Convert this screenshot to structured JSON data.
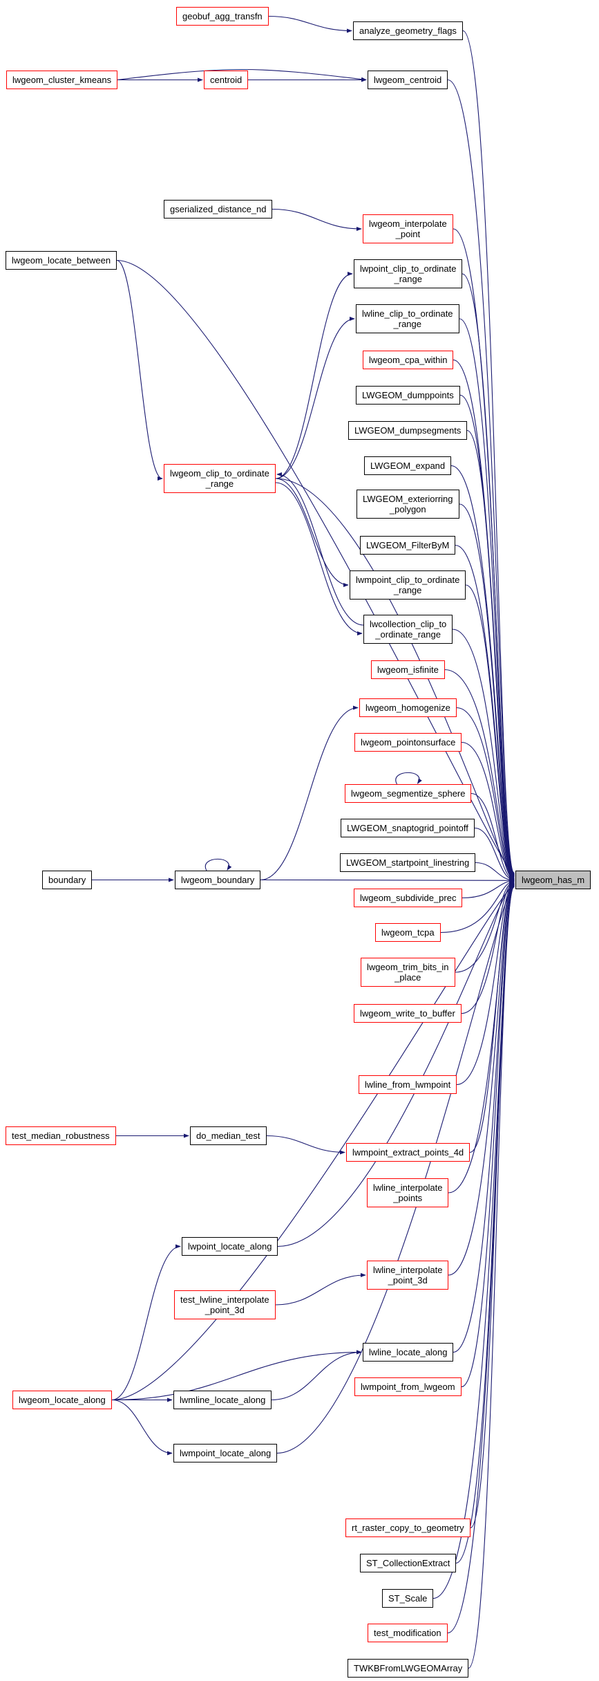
{
  "graph": {
    "target": "lwgeom_has_m",
    "edge_color": "#191970",
    "node_border_black": "#000000",
    "node_border_red": "#ff0000",
    "target_fill": "#bfbfbf",
    "nodes": [
      {
        "id": "geobuf_agg_transfn",
        "label": "geobuf_agg_transfn",
        "style": "red"
      },
      {
        "id": "analyze_geometry_flags",
        "label": "analyze_geometry_flags",
        "style": "black"
      },
      {
        "id": "lwgeom_cluster_kmeans",
        "label": "lwgeom_cluster_kmeans",
        "style": "red"
      },
      {
        "id": "centroid",
        "label": "centroid",
        "style": "red"
      },
      {
        "id": "lwgeom_centroid",
        "label": "lwgeom_centroid",
        "style": "black"
      },
      {
        "id": "gserialized_distance_nd",
        "label": "gserialized_distance_nd",
        "style": "black"
      },
      {
        "id": "lwgeom_interpolate_point",
        "label": "lwgeom_interpolate\n_point",
        "style": "red"
      },
      {
        "id": "lwgeom_locate_between",
        "label": "lwgeom_locate_between",
        "style": "black"
      },
      {
        "id": "lwpoint_clip_to_ordinate_range",
        "label": "lwpoint_clip_to_ordinate\n_range",
        "style": "black"
      },
      {
        "id": "lwline_clip_to_ordinate_range",
        "label": "lwline_clip_to_ordinate\n_range",
        "style": "black"
      },
      {
        "id": "lwgeom_cpa_within",
        "label": "lwgeom_cpa_within",
        "style": "red"
      },
      {
        "id": "LWGEOM_dumppoints",
        "label": "LWGEOM_dumppoints",
        "style": "black"
      },
      {
        "id": "LWGEOM_dumpsegments",
        "label": "LWGEOM_dumpsegments",
        "style": "black"
      },
      {
        "id": "LWGEOM_expand",
        "label": "LWGEOM_expand",
        "style": "black"
      },
      {
        "id": "LWGEOM_exteriorring_polygon",
        "label": "LWGEOM_exteriorring\n_polygon",
        "style": "black"
      },
      {
        "id": "LWGEOM_FilterByM",
        "label": "LWGEOM_FilterByM",
        "style": "black"
      },
      {
        "id": "lwgeom_clip_to_ordinate_range",
        "label": "lwgeom_clip_to_ordinate\n_range",
        "style": "red"
      },
      {
        "id": "lwmpoint_clip_to_ordinate_range",
        "label": "lwmpoint_clip_to_ordinate\n_range",
        "style": "black"
      },
      {
        "id": "lwcollection_clip_to_ordinate_range",
        "label": "lwcollection_clip_to\n_ordinate_range",
        "style": "black"
      },
      {
        "id": "lwgeom_isfinite",
        "label": "lwgeom_isfinite",
        "style": "red"
      },
      {
        "id": "lwgeom_homogenize",
        "label": "lwgeom_homogenize",
        "style": "red"
      },
      {
        "id": "lwgeom_pointonsurface",
        "label": "lwgeom_pointonsurface",
        "style": "red"
      },
      {
        "id": "lwgeom_segmentize_sphere",
        "label": "lwgeom_segmentize_sphere",
        "style": "red"
      },
      {
        "id": "LWGEOM_snaptogrid_pointoff",
        "label": "LWGEOM_snaptogrid_pointoff",
        "style": "black"
      },
      {
        "id": "LWGEOM_startpoint_linestring",
        "label": "LWGEOM_startpoint_linestring",
        "style": "black"
      },
      {
        "id": "boundary",
        "label": "boundary",
        "style": "black"
      },
      {
        "id": "lwgeom_boundary",
        "label": "lwgeom_boundary",
        "style": "black"
      },
      {
        "id": "lwgeom_has_m",
        "label": "lwgeom_has_m",
        "style": "target"
      },
      {
        "id": "lwgeom_subdivide_prec",
        "label": "lwgeom_subdivide_prec",
        "style": "red"
      },
      {
        "id": "lwgeom_tcpa",
        "label": "lwgeom_tcpa",
        "style": "red"
      },
      {
        "id": "lwgeom_trim_bits_in_place",
        "label": "lwgeom_trim_bits_in\n_place",
        "style": "red"
      },
      {
        "id": "lwgeom_write_to_buffer",
        "label": "lwgeom_write_to_buffer",
        "style": "red"
      },
      {
        "id": "lwline_from_lwmpoint",
        "label": "lwline_from_lwmpoint",
        "style": "red"
      },
      {
        "id": "test_median_robustness",
        "label": "test_median_robustness",
        "style": "red"
      },
      {
        "id": "do_median_test",
        "label": "do_median_test",
        "style": "black"
      },
      {
        "id": "lwmpoint_extract_points_4d",
        "label": "lwmpoint_extract_points_4d",
        "style": "red"
      },
      {
        "id": "lwline_interpolate_points",
        "label": "lwline_interpolate\n_points",
        "style": "red"
      },
      {
        "id": "lwpoint_locate_along",
        "label": "lwpoint_locate_along",
        "style": "black"
      },
      {
        "id": "lwline_interpolate_point_3d",
        "label": "lwline_interpolate\n_point_3d",
        "style": "red"
      },
      {
        "id": "test_lwline_interpolate_point_3d",
        "label": "test_lwline_interpolate\n_point_3d",
        "style": "red"
      },
      {
        "id": "lwline_locate_along",
        "label": "lwline_locate_along",
        "style": "black"
      },
      {
        "id": "lwmpoint_from_lwgeom",
        "label": "lwmpoint_from_lwgeom",
        "style": "red"
      },
      {
        "id": "lwgeom_locate_along",
        "label": "lwgeom_locate_along",
        "style": "red"
      },
      {
        "id": "lwmline_locate_along",
        "label": "lwmline_locate_along",
        "style": "black"
      },
      {
        "id": "lwmpoint_locate_along",
        "label": "lwmpoint_locate_along",
        "style": "black"
      },
      {
        "id": "rt_raster_copy_to_geometry",
        "label": "rt_raster_copy_to_geometry",
        "style": "red"
      },
      {
        "id": "ST_CollectionExtract",
        "label": "ST_CollectionExtract",
        "style": "black"
      },
      {
        "id": "ST_Scale",
        "label": "ST_Scale",
        "style": "black"
      },
      {
        "id": "test_modification",
        "label": "test_modification",
        "style": "red"
      },
      {
        "id": "TWKBFromLWGEOMArray",
        "label": "TWKBFromLWGEOMArray",
        "style": "black"
      }
    ],
    "edges": [
      {
        "from": "geobuf_agg_transfn",
        "to": "analyze_geometry_flags"
      },
      {
        "from": "analyze_geometry_flags",
        "to": "lwgeom_has_m"
      },
      {
        "from": "lwgeom_cluster_kmeans",
        "to": "centroid"
      },
      {
        "from": "lwgeom_cluster_kmeans",
        "to": "lwgeom_centroid"
      },
      {
        "from": "centroid",
        "to": "lwgeom_centroid"
      },
      {
        "from": "lwgeom_centroid",
        "to": "lwgeom_has_m"
      },
      {
        "from": "gserialized_distance_nd",
        "to": "lwgeom_interpolate_point"
      },
      {
        "from": "lwgeom_interpolate_point",
        "to": "lwgeom_has_m"
      },
      {
        "from": "lwgeom_locate_between",
        "to": "lwgeom_clip_to_ordinate_range"
      },
      {
        "from": "lwgeom_locate_between",
        "to": "lwgeom_has_m"
      },
      {
        "from": "lwgeom_clip_to_ordinate_range",
        "to": "lwpoint_clip_to_ordinate_range"
      },
      {
        "from": "lwgeom_clip_to_ordinate_range",
        "to": "lwline_clip_to_ordinate_range"
      },
      {
        "from": "lwgeom_clip_to_ordinate_range",
        "to": "lwmpoint_clip_to_ordinate_range"
      },
      {
        "from": "lwgeom_clip_to_ordinate_range",
        "to": "lwcollection_clip_to_ordinate_range"
      },
      {
        "from": "lwcollection_clip_to_ordinate_range",
        "to": "lwgeom_clip_to_ordinate_range"
      },
      {
        "from": "lwgeom_clip_to_ordinate_range",
        "to": "lwgeom_has_m"
      },
      {
        "from": "lwpoint_clip_to_ordinate_range",
        "to": "lwgeom_has_m"
      },
      {
        "from": "lwline_clip_to_ordinate_range",
        "to": "lwgeom_has_m"
      },
      {
        "from": "lwgeom_cpa_within",
        "to": "lwgeom_has_m"
      },
      {
        "from": "LWGEOM_dumppoints",
        "to": "lwgeom_has_m"
      },
      {
        "from": "LWGEOM_dumpsegments",
        "to": "lwgeom_has_m"
      },
      {
        "from": "LWGEOM_expand",
        "to": "lwgeom_has_m"
      },
      {
        "from": "LWGEOM_exteriorring_polygon",
        "to": "lwgeom_has_m"
      },
      {
        "from": "LWGEOM_FilterByM",
        "to": "lwgeom_has_m"
      },
      {
        "from": "lwmpoint_clip_to_ordinate_range",
        "to": "lwgeom_has_m"
      },
      {
        "from": "lwcollection_clip_to_ordinate_range",
        "to": "lwgeom_has_m"
      },
      {
        "from": "lwgeom_isfinite",
        "to": "lwgeom_has_m"
      },
      {
        "from": "lwgeom_homogenize",
        "to": "lwgeom_has_m"
      },
      {
        "from": "lwgeom_pointonsurface",
        "to": "lwgeom_has_m"
      },
      {
        "from": "lwgeom_segmentize_sphere",
        "to": "lwgeom_segmentize_sphere"
      },
      {
        "from": "lwgeom_segmentize_sphere",
        "to": "lwgeom_has_m"
      },
      {
        "from": "LWGEOM_snaptogrid_pointoff",
        "to": "lwgeom_has_m"
      },
      {
        "from": "LWGEOM_startpoint_linestring",
        "to": "lwgeom_has_m"
      },
      {
        "from": "boundary",
        "to": "lwgeom_boundary"
      },
      {
        "from": "lwgeom_boundary",
        "to": "lwgeom_boundary"
      },
      {
        "from": "lwgeom_boundary",
        "to": "lwgeom_homogenize"
      },
      {
        "from": "lwgeom_boundary",
        "to": "lwgeom_has_m"
      },
      {
        "from": "lwgeom_subdivide_prec",
        "to": "lwgeom_has_m"
      },
      {
        "from": "lwgeom_tcpa",
        "to": "lwgeom_has_m"
      },
      {
        "from": "lwgeom_trim_bits_in_place",
        "to": "lwgeom_has_m"
      },
      {
        "from": "lwgeom_write_to_buffer",
        "to": "lwgeom_has_m"
      },
      {
        "from": "lwline_from_lwmpoint",
        "to": "lwgeom_has_m"
      },
      {
        "from": "test_median_robustness",
        "to": "do_median_test"
      },
      {
        "from": "do_median_test",
        "to": "lwmpoint_extract_points_4d"
      },
      {
        "from": "lwmpoint_extract_points_4d",
        "to": "lwgeom_has_m"
      },
      {
        "from": "lwline_interpolate_points",
        "to": "lwgeom_has_m"
      },
      {
        "from": "lwpoint_locate_along",
        "to": "lwgeom_has_m"
      },
      {
        "from": "test_lwline_interpolate_point_3d",
        "to": "lwline_interpolate_point_3d"
      },
      {
        "from": "lwline_interpolate_point_3d",
        "to": "lwgeom_has_m"
      },
      {
        "from": "lwline_locate_along",
        "to": "lwgeom_has_m"
      },
      {
        "from": "lwmpoint_from_lwgeom",
        "to": "lwgeom_has_m"
      },
      {
        "from": "lwgeom_locate_along",
        "to": "lwpoint_locate_along"
      },
      {
        "from": "lwgeom_locate_along",
        "to": "lwline_locate_along"
      },
      {
        "from": "lwgeom_locate_along",
        "to": "lwmline_locate_along"
      },
      {
        "from": "lwgeom_locate_along",
        "to": "lwmpoint_locate_along"
      },
      {
        "from": "lwgeom_locate_along",
        "to": "lwgeom_has_m"
      },
      {
        "from": "lwmline_locate_along",
        "to": "lwline_locate_along"
      },
      {
        "from": "lwmpoint_locate_along",
        "to": "lwgeom_has_m"
      },
      {
        "from": "rt_raster_copy_to_geometry",
        "to": "lwgeom_has_m"
      },
      {
        "from": "ST_CollectionExtract",
        "to": "lwgeom_has_m"
      },
      {
        "from": "ST_Scale",
        "to": "lwgeom_has_m"
      },
      {
        "from": "test_modification",
        "to": "lwgeom_has_m"
      },
      {
        "from": "TWKBFromLWGEOMArray",
        "to": "lwgeom_has_m"
      }
    ]
  }
}
